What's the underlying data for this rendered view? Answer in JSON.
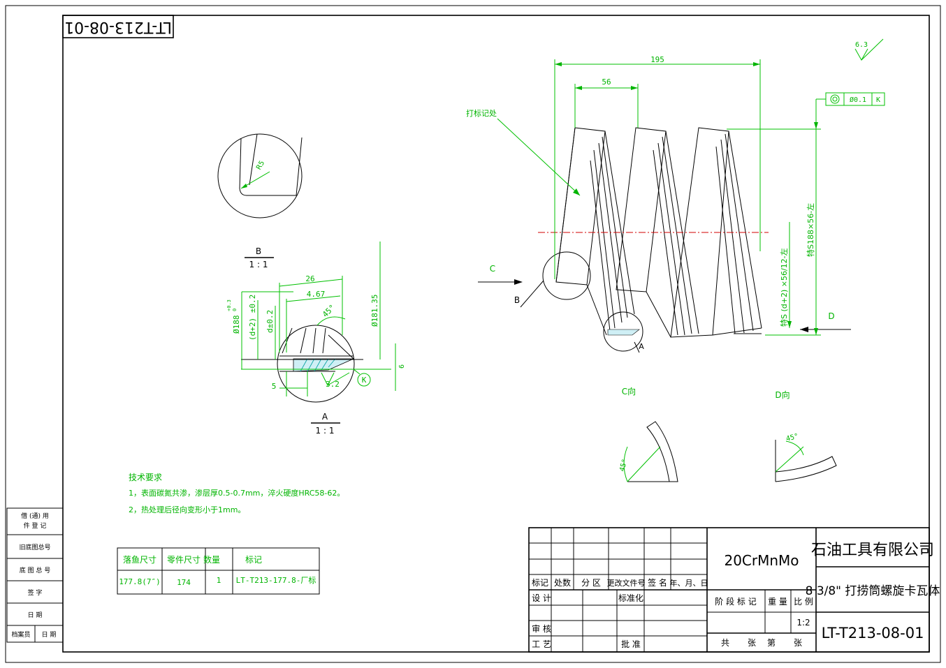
{
  "drawing_number": "LT-T213-08-01",
  "drawing_number_mirrored": "LT-T213-08-01",
  "material": "20CrMnMo",
  "company": "石油工具有限公司",
  "part_name": "8 3/8\" 打捞筒螺旋卡瓦体",
  "scale": "1:2",
  "title_block": {
    "headers": [
      "标记",
      "处数",
      "分 区",
      "更改文件号",
      "签 名",
      "年、月、日"
    ],
    "design": "设 计",
    "standard": "标准化",
    "review": "审 核",
    "process": "工 艺",
    "approve": "批 准",
    "stage_mark": "阶 段 标 记",
    "weight": "重 量",
    "ratio": "比 例",
    "sheets": [
      "共",
      "张",
      "第",
      "张"
    ]
  },
  "left_strip": [
    {
      "line1": "借 (通) 用",
      "line2": "件 登 记"
    },
    {
      "line1": "旧底图总号"
    },
    {
      "line1": "底 图 总 号"
    },
    {
      "line1": "签    字"
    },
    {
      "line1": "日    期"
    },
    {
      "line1": "档案员",
      "line2b": "日 期"
    }
  ],
  "tech_requirements": {
    "title": "技术要求",
    "items": [
      "1，表面碳氮共渗，渗层厚0.5-0.7mm，淬火硬度HRC58-62。",
      "2，热处理后径向变形小于1mm。"
    ]
  },
  "size_table": {
    "headers": [
      "落鱼尺寸",
      "零件尺寸",
      "数量",
      "标记"
    ],
    "rows": [
      [
        "177.8(7″)",
        "174",
        "1",
        "LT-T213-177.8-厂标"
      ]
    ]
  },
  "views": {
    "detail_b": {
      "label": "B",
      "scale": "1 : 1",
      "radius": "R5"
    },
    "detail_a": {
      "label": "A",
      "scale": "1 : 1"
    },
    "view_c": "C向",
    "view_d": "D向"
  },
  "dimensions": {
    "overall_length": "195",
    "pitch": "56",
    "mark_place": "打标记处",
    "runout": "Ø0.1",
    "datum": "K",
    "roughness": "6.3",
    "thread_major": "特S188×56-左",
    "thread_minor": "特S (d+2) ×56/12-左",
    "arrow_c": "C",
    "arrow_d": "D",
    "label_b": "B",
    "label_a": "A",
    "d26": "26",
    "d467": "4.67",
    "d45": "45°",
    "d188": "Ø188",
    "d188_tol_up": "+0.3",
    "d188_tol_low": "0",
    "dd2": "(d+2) ±0.2",
    "dd": "d±0.2",
    "d18135": "Ø181.35",
    "d5": "5",
    "d32": "3.2",
    "d6": "6",
    "k_circle": "K",
    "angle_c": "45°",
    "angle_d": "45°"
  }
}
